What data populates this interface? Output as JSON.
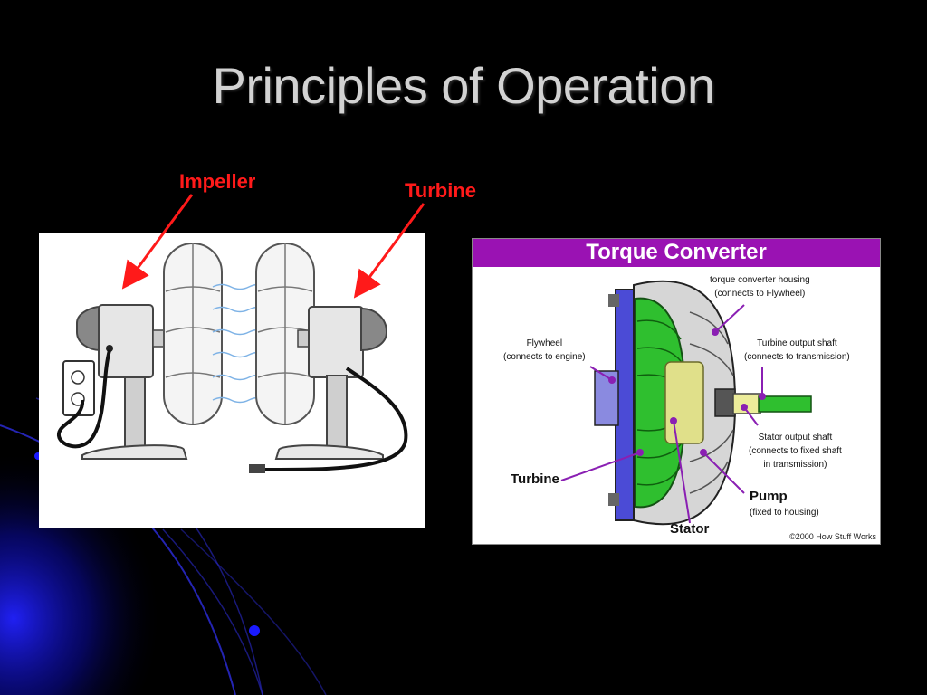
{
  "slide": {
    "title": "Principles of Operation"
  },
  "fan_diagram": {
    "impeller_label": "Impeller",
    "turbine_label": "Turbine"
  },
  "torque_converter": {
    "title": "Torque Converter",
    "housing_label": "torque converter housing",
    "housing_sub": "(connects to Flywheel)",
    "flywheel_label": "Flywheel",
    "flywheel_sub": "(connects to engine)",
    "turbine_shaft_label": "Turbine output shaft",
    "turbine_shaft_sub": "(connects to transmission)",
    "stator_shaft_label": "Stator output shaft",
    "stator_shaft_sub1": "(connects to fixed shaft",
    "stator_shaft_sub2": "in transmission)",
    "turbine_label": "Turbine",
    "pump_label": "Pump",
    "pump_sub": "(fixed to housing)",
    "stator_label": "Stator",
    "copyright": "©2000 How Stuff Works"
  },
  "colors": {
    "background": "#000000",
    "accent_blue": "#1a1aff",
    "label_red": "#ff1a1a",
    "header_purple": "#9a12b3",
    "turbine_green": "#22bb22"
  }
}
